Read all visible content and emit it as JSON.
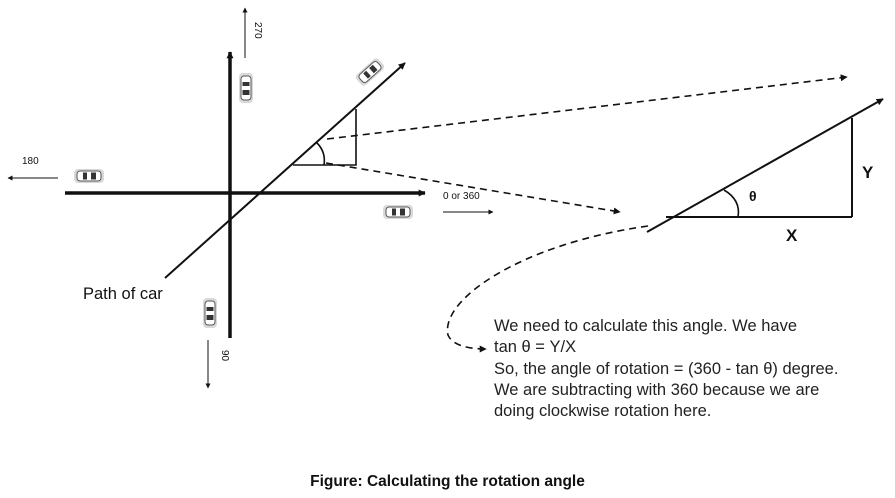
{
  "directions": {
    "up": "270",
    "left": "180",
    "right": "0 or 360",
    "down": "90"
  },
  "path_label": "Path of car",
  "triangle": {
    "theta": "θ",
    "side_y": "Y",
    "side_x": "X"
  },
  "explanation": {
    "line1": "We need to calculate this angle. We have",
    "line2": "tan θ = Y/X",
    "line3": "So, the angle of rotation = (360 - tan θ) degree.",
    "line4": "We are subtracting with 360 because we are",
    "line5": "doing clockwise rotation here."
  },
  "caption": "Figure: Calculating the rotation angle"
}
